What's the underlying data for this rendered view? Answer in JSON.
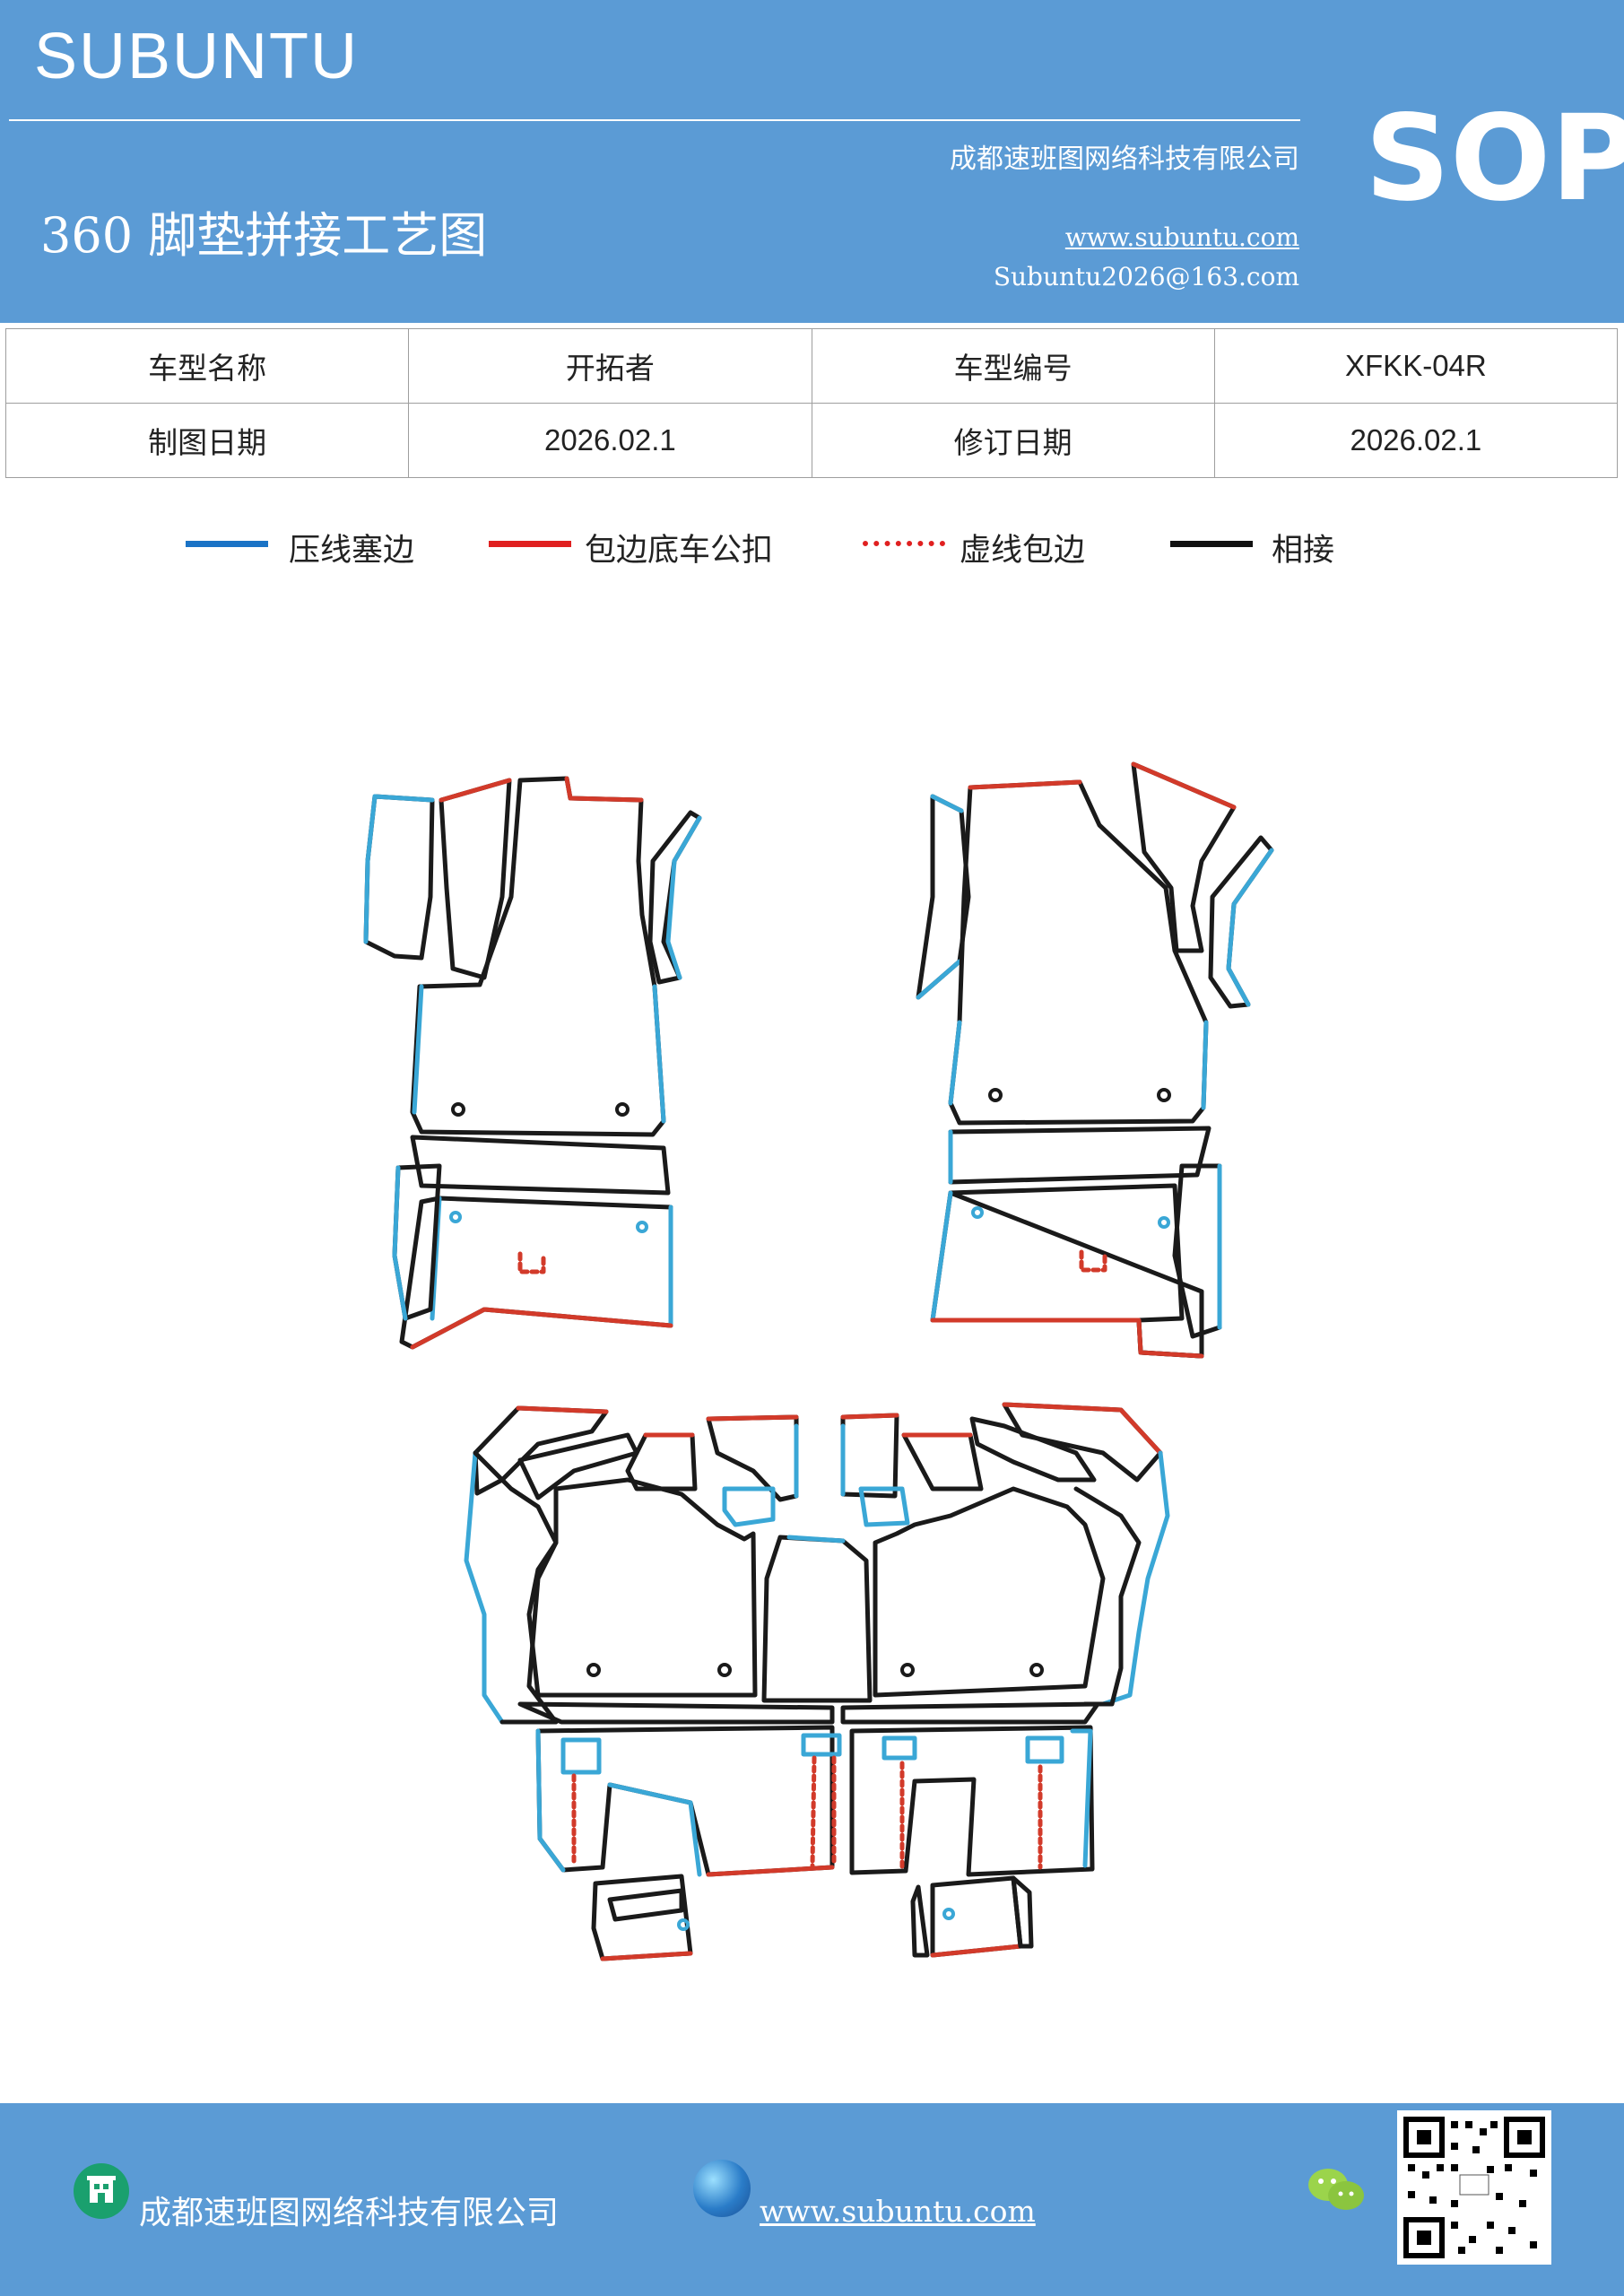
{
  "header": {
    "brand": "SUBUNTU",
    "title": "360 脚垫拼接工艺图",
    "company": "成都速班图网络科技有限公司",
    "website": "www.subuntu.com",
    "email": "Subuntu2026@163.com",
    "badge": "SOP"
  },
  "info_table": {
    "row1": {
      "label1": "车型名称",
      "value1": "开拓者",
      "label2": "车型编号",
      "value2": "XFKK-04R"
    },
    "row2": {
      "label1": "制图日期",
      "value1": "2026.02.1",
      "label2": "修订日期",
      "value2": "2026.02.1"
    }
  },
  "legend": [
    {
      "label": "压线塞边",
      "color": "#1a73c6",
      "style": "solid"
    },
    {
      "label": "包边底车公扣",
      "color": "#e02020",
      "style": "solid"
    },
    {
      "label": "虚线包边",
      "color": "#e02020",
      "style": "dotted"
    },
    {
      "label": "相接",
      "color": "#111111",
      "style": "solid"
    }
  ],
  "colors": {
    "header_bg": "#5b9bd5",
    "blue_line": "#3aa7d6",
    "red_line": "#d23a2a",
    "black_line": "#1a1a1a"
  },
  "footer": {
    "company": "成都速班图网络科技有限公司",
    "website": "www.subuntu.com",
    "icons": [
      "building-icon",
      "globe-icon",
      "wechat-icon",
      "qr-code"
    ]
  }
}
